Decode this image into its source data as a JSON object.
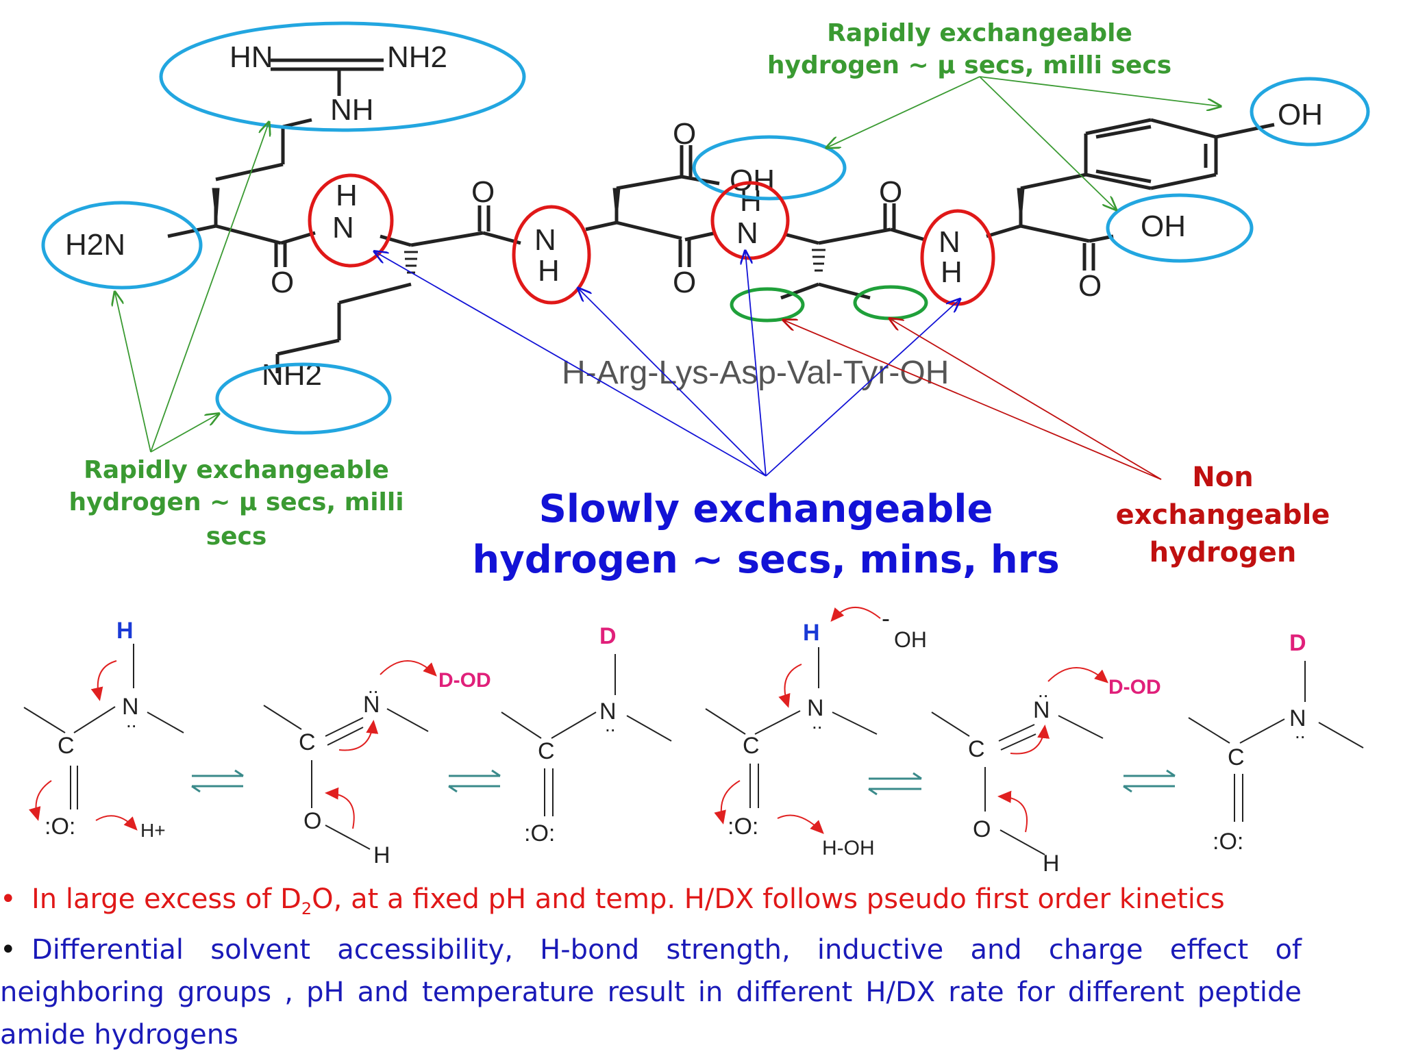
{
  "structure": {
    "guanidine_left": "HN",
    "guanidine_right": "NH2",
    "guanidine_nh": "NH",
    "n_terminus": "H2N",
    "lys_side_amine": "NH2",
    "amide_H": "H",
    "amide_N": "N",
    "carbonyl_O": "O",
    "asp_side_OH": "OH",
    "tyr_side_OH": "OH",
    "c_terminus_OH": "OH"
  },
  "sequence": "H-Arg-Lys-Asp-Val-Tyr-OH",
  "labels": {
    "rapid_top_line1": "Rapidly exchangeable",
    "rapid_top_line2": "hydrogen  ~ μ secs, milli secs",
    "rapid_left_line1": "Rapidly exchangeable",
    "rapid_left_line2": "hydrogen  ~ μ secs, milli",
    "rapid_left_line3": "secs",
    "slow_line1": "Slowly exchangeable",
    "slow_line2": "hydrogen ~ secs, mins, hrs",
    "non_line1": "Non",
    "non_line2": "exchangeable",
    "non_line3": "hydrogen"
  },
  "mechanism": {
    "H": "H",
    "D": "D",
    "N": "N",
    "C": "C",
    "O": ":O:",
    "O_short": "O",
    "H_plus": "H+",
    "D_OD_D": "D",
    "D_OD_rest": "-OD",
    "OH_minus": "OH",
    "minus": "-",
    "H_OH": "H-OH",
    "lone_pair": "..",
    "equilibrium": "⇄"
  },
  "colors": {
    "rapid_circle": "#22a6e0",
    "slow_circle": "#e01818",
    "non_circle": "#1fa03a",
    "green_text": "#3a9a32",
    "blue_text": "#1212d6",
    "red_text": "#c01010",
    "equilibrium_arrows": "#3a8a8a"
  },
  "bullets": {
    "b1_pre": "In large excess of D",
    "b1_sub": "2",
    "b1_post": "O, at a fixed pH and temp. H/DX follows pseudo first order kinetics",
    "b2": "Differential solvent accessibility, H-bond strength, inductive and charge effect of neighboring groups , pH and temperature result in different H/DX rate for different peptide amide hydrogens"
  }
}
